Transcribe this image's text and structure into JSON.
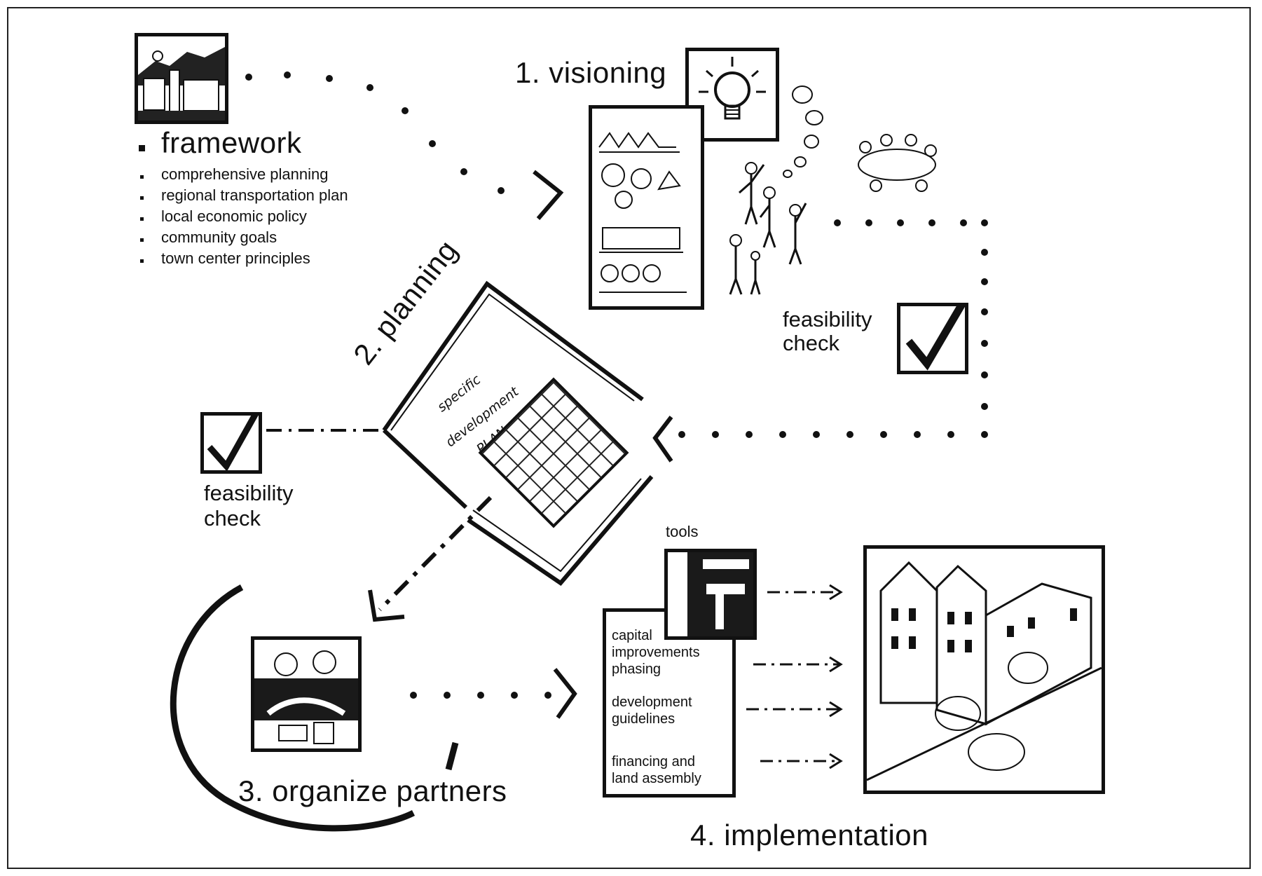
{
  "framework": {
    "title": "framework",
    "items": [
      "comprehensive planning",
      "regional transportation plan",
      "local economic policy",
      "community goals",
      "town center principles"
    ]
  },
  "visioning": {
    "label": "1. visioning"
  },
  "planning": {
    "label": "2. planning",
    "plan_text": [
      "specific",
      "development",
      "PLAN"
    ]
  },
  "organize": {
    "label": "3. organize partners"
  },
  "implementation": {
    "label": "4. implementation",
    "tools_label": "tools",
    "tools": [
      "capital improvements phasing",
      "development guidelines",
      "financing and land assembly"
    ]
  },
  "feasibility_right": {
    "line1": "feasibility",
    "line2": "check"
  },
  "feasibility_left": {
    "line1": "feasibility",
    "line2": "check"
  },
  "icons": {
    "framework": "town-skyline-icon",
    "visioning": "lightbulb-icon",
    "check": "checkmark-icon",
    "tools": "hammer-ruler-icon",
    "partners": "handshake-icon"
  }
}
